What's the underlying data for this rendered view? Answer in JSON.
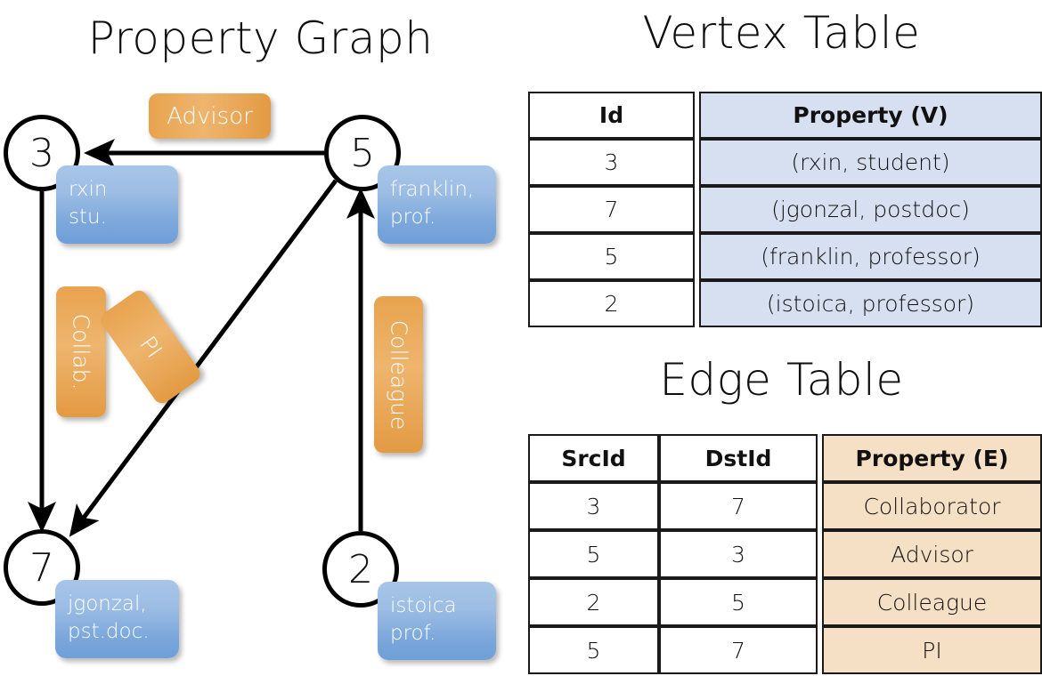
{
  "titles": {
    "property_graph": "Property Graph",
    "vertex_table": "Vertex Table",
    "edge_table": "Edge Table"
  },
  "graph": {
    "nodes": [
      {
        "id": "3",
        "property_line1": "rxin",
        "property_line2": "stu."
      },
      {
        "id": "5",
        "property_line1": "franklin,",
        "property_line2": "prof."
      },
      {
        "id": "7",
        "property_line1": "jgonzal,",
        "property_line2": "pst.doc."
      },
      {
        "id": "2",
        "property_line1": "istoica",
        "property_line2": "prof."
      }
    ],
    "edge_labels": {
      "advisor": "Advisor",
      "collab": "Collab.",
      "pi": "PI",
      "colleague": "Colleague"
    },
    "edges": [
      {
        "from": "5",
        "to": "3",
        "label": "Advisor"
      },
      {
        "from": "3",
        "to": "7",
        "label": "Collab."
      },
      {
        "from": "5",
        "to": "7",
        "label": "PI"
      },
      {
        "from": "2",
        "to": "5",
        "label": "Colleague"
      }
    ]
  },
  "vertex_table": {
    "headers": [
      "Id",
      "Property (V)"
    ],
    "rows": [
      {
        "id": "3",
        "property": "(rxin, student)"
      },
      {
        "id": "7",
        "property": "(jgonzal, postdoc)"
      },
      {
        "id": "5",
        "property": "(franklin, professor)"
      },
      {
        "id": "2",
        "property": "(istoica, professor)"
      }
    ]
  },
  "edge_table": {
    "headers": [
      "SrcId",
      "DstId",
      "Property (E)"
    ],
    "rows": [
      {
        "src": "3",
        "dst": "7",
        "property": "Collaborator"
      },
      {
        "src": "5",
        "dst": "3",
        "property": "Advisor"
      },
      {
        "src": "2",
        "dst": "5",
        "property": "Colleague"
      },
      {
        "src": "5",
        "dst": "7",
        "property": "PI"
      }
    ]
  },
  "colors": {
    "vertex_cell": "#d6e0f0",
    "edge_cell": "#f5dfc5",
    "node_box": "#7aa6db",
    "edge_badge": "#e8a34e",
    "stroke": "#000000"
  }
}
